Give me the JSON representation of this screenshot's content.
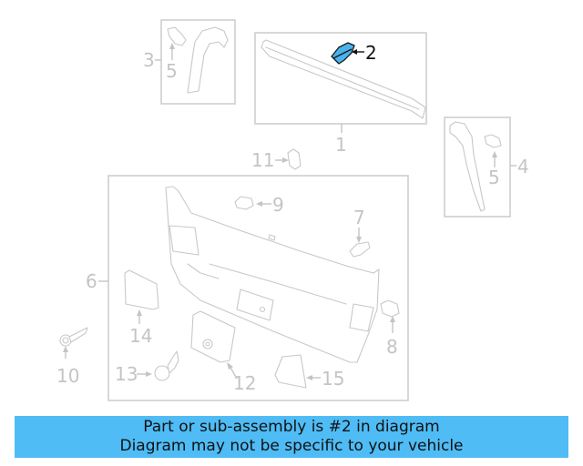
{
  "diagram": {
    "highlighted_part": "2",
    "highlight_color": "#4ab3ec",
    "callouts": [
      {
        "id": "1",
        "label": "1"
      },
      {
        "id": "2",
        "label": "2"
      },
      {
        "id": "3",
        "label": "3"
      },
      {
        "id": "4",
        "label": "4"
      },
      {
        "id": "5a",
        "label": "5"
      },
      {
        "id": "5b",
        "label": "5"
      },
      {
        "id": "6",
        "label": "6"
      },
      {
        "id": "7",
        "label": "7"
      },
      {
        "id": "8",
        "label": "8"
      },
      {
        "id": "9",
        "label": "9"
      },
      {
        "id": "10",
        "label": "10"
      },
      {
        "id": "11",
        "label": "11"
      },
      {
        "id": "12",
        "label": "12"
      },
      {
        "id": "13",
        "label": "13"
      },
      {
        "id": "14",
        "label": "14"
      },
      {
        "id": "15",
        "label": "15"
      }
    ]
  },
  "banner": {
    "line1": "Part or sub-assembly is #2 in diagram",
    "line2": "Diagram may not be specific to your vehicle",
    "background": "#4fbcf5"
  }
}
